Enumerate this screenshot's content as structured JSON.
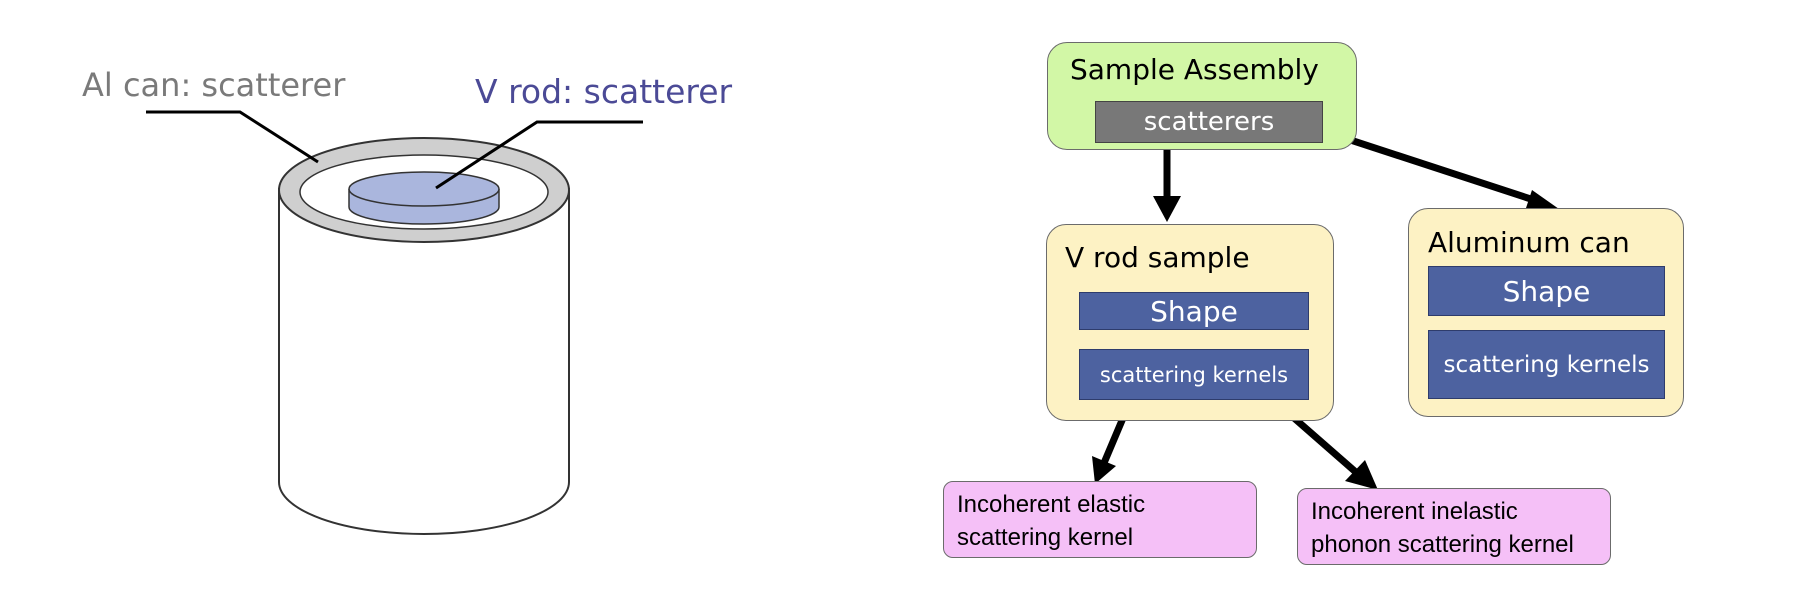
{
  "labels": {
    "al_can": "Al can: scatterer",
    "v_rod": "V rod: scatterer"
  },
  "assembly": {
    "title": "Sample Assembly",
    "scatterers": "scatterers"
  },
  "v_rod_sample": {
    "title": "V rod sample",
    "shape": "Shape",
    "kernels": "scattering kernels"
  },
  "aluminum_can": {
    "title": "Aluminum can",
    "shape": "Shape",
    "kernels": "scattering kernels"
  },
  "kernels": {
    "elastic_line1": "Incoherent elastic",
    "elastic_line2": "scattering kernel",
    "inelastic_line1": "Incoherent inelastic",
    "inelastic_line2": "phonon scattering kernel"
  },
  "colors": {
    "assembly_fill": "#d2f7a6",
    "sample_fill": "#fdf2c4",
    "kernel_fill": "#f5c0f7",
    "component_fill": "#4d62a0",
    "scatterers_fill": "#787878",
    "al_label": "#7a7a7a",
    "v_label": "#4b4a96",
    "rod_fill": "#aab6dd",
    "can_rim": "#cfcfcf"
  }
}
